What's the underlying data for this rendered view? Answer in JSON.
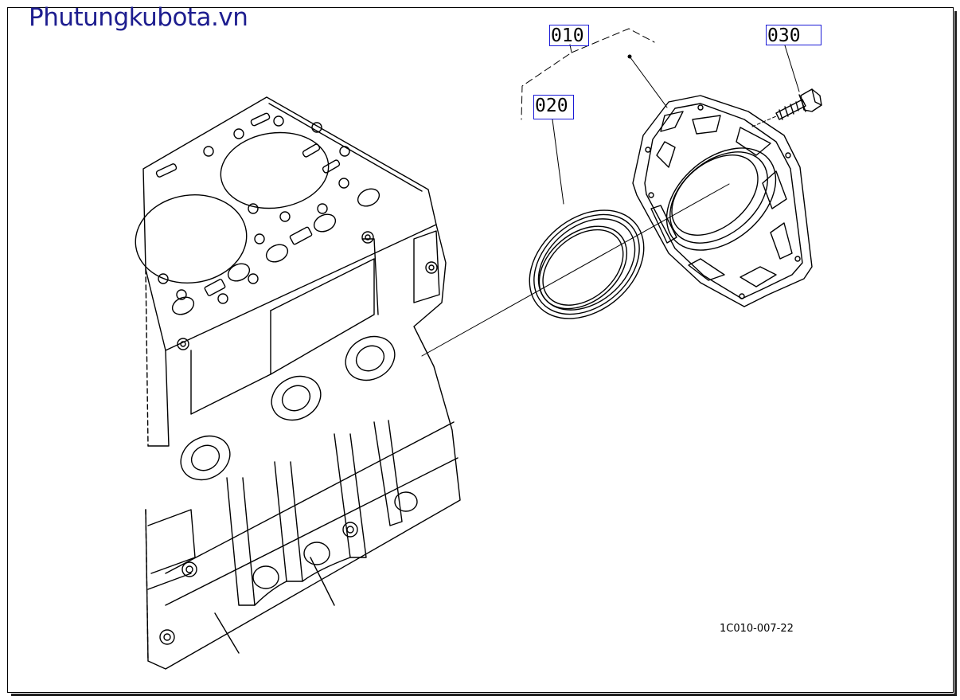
{
  "brand": {
    "text": "Phutungkubota.vn"
  },
  "callouts": [
    {
      "label": "010"
    },
    {
      "label": "020"
    },
    {
      "label": "030"
    }
  ],
  "drawing_code": "1C010-007-22",
  "colors": {
    "brand": "#1d1d8f",
    "callout_border": "#1b1bd6",
    "line": "#000000"
  }
}
